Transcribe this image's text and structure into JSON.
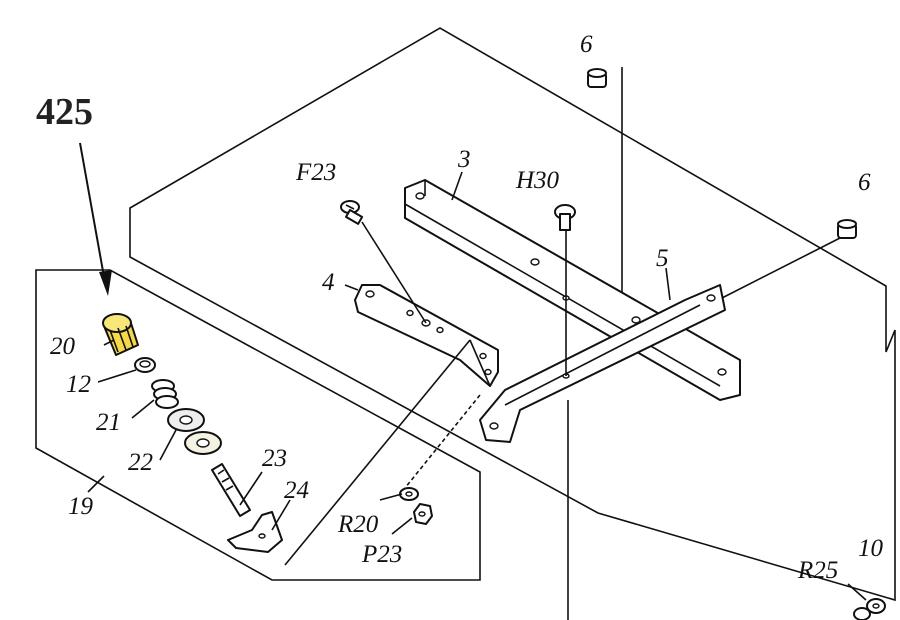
{
  "diagram": {
    "highlight_label": "425",
    "highlight_color": "#f5d94a",
    "labels": {
      "p3": "3",
      "p4": "4",
      "p5": "5",
      "p6a": "6",
      "p6b": "6",
      "p10": "10",
      "p12": "12",
      "p19": "19",
      "p20": "20",
      "p21": "21",
      "p22": "22",
      "p23": "23",
      "p24": "24",
      "f23": "F23",
      "h30": "H30",
      "r20": "R20",
      "p23b": "P23",
      "r25": "R25"
    }
  }
}
